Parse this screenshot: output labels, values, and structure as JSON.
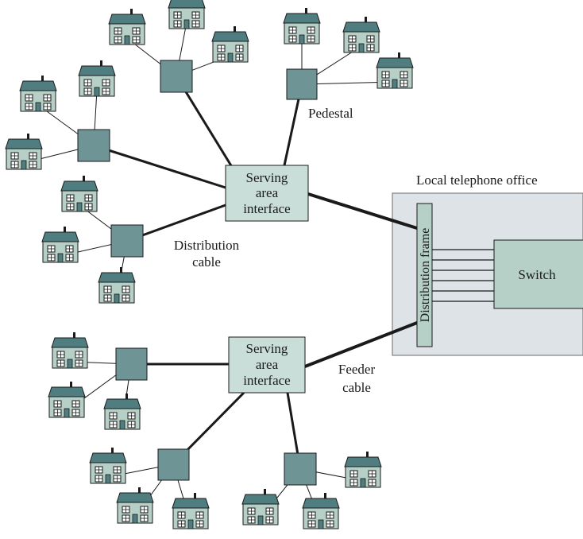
{
  "colors": {
    "house_fill": "#b6d0c7",
    "house_roof": "#4f7d80",
    "pedestal_fill": "#6f9495",
    "sai_fill": "#c9ded8",
    "office_fill": "#dde3e6",
    "frame_fill": "#b6d0c7",
    "switch_fill": "#b6d0c7",
    "line": "#1a1a1a"
  },
  "icons": {
    "house": "house-icon",
    "pedestal": "pedestal-box"
  },
  "office": {
    "title": "Local telephone office",
    "frame_label": "Distribution frame",
    "switch_label": "Switch"
  },
  "sai_top": {
    "line1": "Serving",
    "line2": "area",
    "line3": "interface"
  },
  "sai_bottom": {
    "line1": "Serving",
    "line2": "area",
    "line3": "interface"
  },
  "labels": {
    "pedestal": "Pedestal",
    "distribution_cable_1": "Distribution",
    "distribution_cable_2": "cable",
    "feeder_cable_1": "Feeder",
    "feeder_cable_2": "cable"
  }
}
